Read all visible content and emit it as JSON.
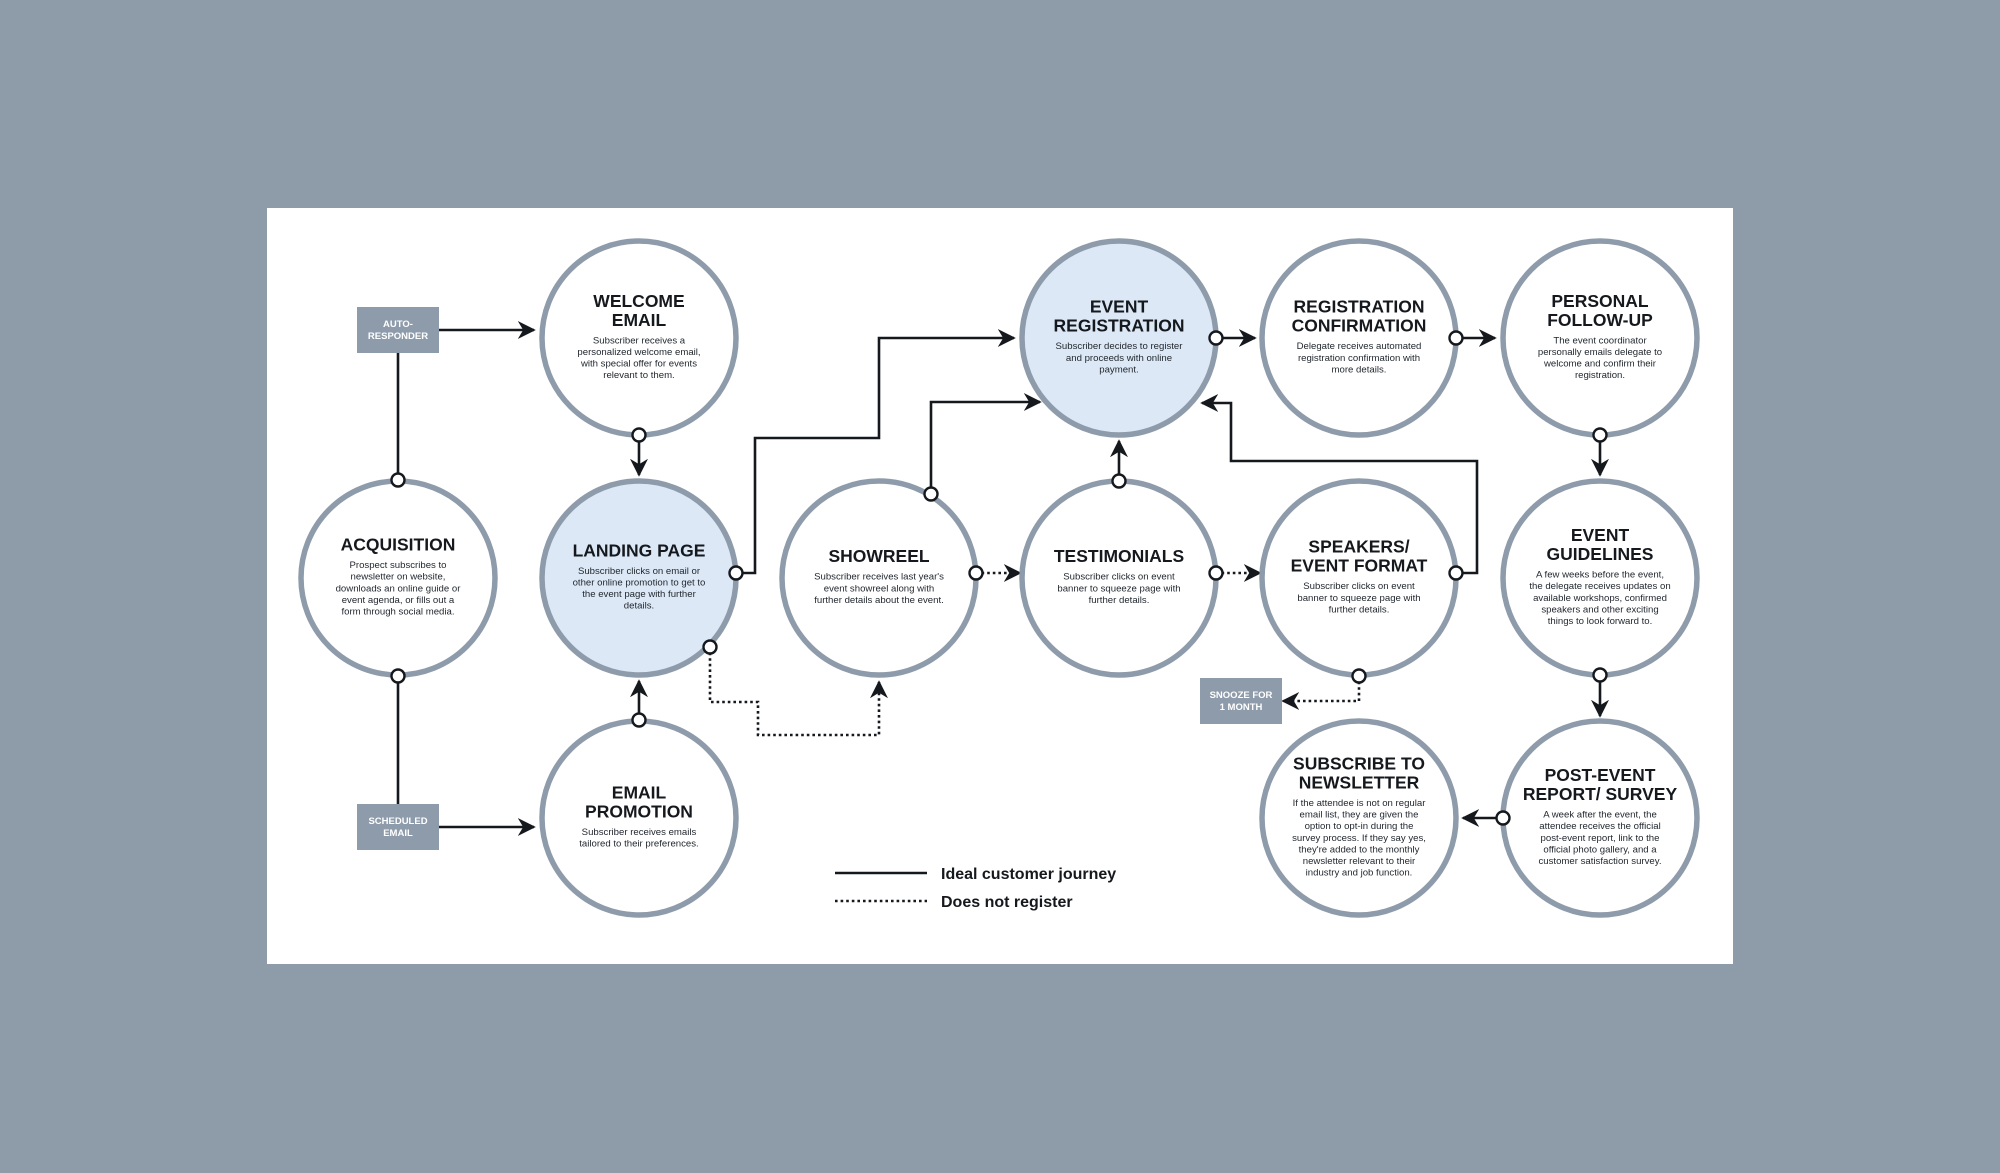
{
  "colors": {
    "background": "#8e9ba8",
    "card": "#ffffff",
    "ring": "#8e9bab",
    "highlight_fill": "#dce8f6",
    "tag_fill": "#8e9bab",
    "line": "#15181d"
  },
  "nodes": [
    {
      "id": "welcome",
      "title": [
        "WELCOME",
        "EMAIL"
      ],
      "desc": [
        "Subscriber receives a",
        "personalized welcome email,",
        "with special offer for events",
        "relevant to them."
      ],
      "highlight": false
    },
    {
      "id": "acquisition",
      "title": [
        "ACQUISITION"
      ],
      "desc": [
        "Prospect subscribes to",
        "newsletter on website,",
        "downloads an online guide or",
        "event agenda, or fills out a",
        "form through social media."
      ],
      "highlight": false
    },
    {
      "id": "landing",
      "title": [
        "LANDING PAGE"
      ],
      "desc": [
        "Subscriber clicks on email or",
        "other online promotion to get to",
        "the event page with further",
        "details."
      ],
      "highlight": true
    },
    {
      "id": "promotion",
      "title": [
        "EMAIL",
        "PROMOTION"
      ],
      "desc": [
        "Subscriber receives emails",
        "tailored to their preferences."
      ],
      "highlight": false
    },
    {
      "id": "showreel",
      "title": [
        "SHOWREEL"
      ],
      "desc": [
        "Subscriber receives last year's",
        "event showreel along with",
        "further details about the event."
      ],
      "highlight": false
    },
    {
      "id": "registration",
      "title": [
        "EVENT",
        "REGISTRATION"
      ],
      "desc": [
        "Subscriber decides to register",
        "and proceeds with online",
        "payment."
      ],
      "highlight": true
    },
    {
      "id": "testimonials",
      "title": [
        "TESTIMONIALS"
      ],
      "desc": [
        "Subscriber clicks on event",
        "banner to squeeze page with",
        "further details."
      ],
      "highlight": false
    },
    {
      "id": "confirmation",
      "title": [
        "REGISTRATION",
        "CONFIRMATION"
      ],
      "desc": [
        "Delegate receives automated",
        "registration confirmation with",
        "more details."
      ],
      "highlight": false
    },
    {
      "id": "speakers",
      "title": [
        "SPEAKERS/",
        "EVENT FORMAT"
      ],
      "desc": [
        "Subscriber clicks on event",
        "banner to squeeze page with",
        "further details."
      ],
      "highlight": false
    },
    {
      "id": "followup",
      "title": [
        "PERSONAL",
        "FOLLOW-UP"
      ],
      "desc": [
        "The event coordinator",
        "personally emails delegate to",
        "welcome and confirm their",
        "registration."
      ],
      "highlight": false
    },
    {
      "id": "guidelines",
      "title": [
        "EVENT",
        "GUIDELINES"
      ],
      "desc": [
        "A few weeks before the event,",
        "the delegate receives updates on",
        "available workshops, confirmed",
        "speakers and other exciting",
        "things to look forward to."
      ],
      "highlight": false
    },
    {
      "id": "newsletter",
      "title": [
        "SUBSCRIBE TO",
        "NEWSLETTER"
      ],
      "desc": [
        "If the attendee is not on regular",
        "email list, they are given the",
        "option to opt-in during the",
        "survey process. If they say yes,",
        "they're added to the monthly",
        "newsletter relevant to their",
        "industry and job function."
      ],
      "highlight": false
    },
    {
      "id": "postevent",
      "title": [
        "POST-EVENT",
        "REPORT/ SURVEY"
      ],
      "desc": [
        "A week after the event, the",
        "attendee receives the official",
        "post-event report, link to the",
        "official photo gallery, and a",
        "customer satisfaction survey."
      ],
      "highlight": false
    }
  ],
  "tags": [
    {
      "id": "autoresponder",
      "lines": [
        "AUTO-",
        "RESPONDER"
      ]
    },
    {
      "id": "scheduled",
      "lines": [
        "SCHEDULED",
        "EMAIL"
      ]
    },
    {
      "id": "snooze",
      "lines": [
        "SNOOZE FOR",
        "1 MONTH"
      ]
    }
  ],
  "legend": {
    "solid_label": "Ideal customer journey",
    "dashed_label": "Does not register"
  }
}
